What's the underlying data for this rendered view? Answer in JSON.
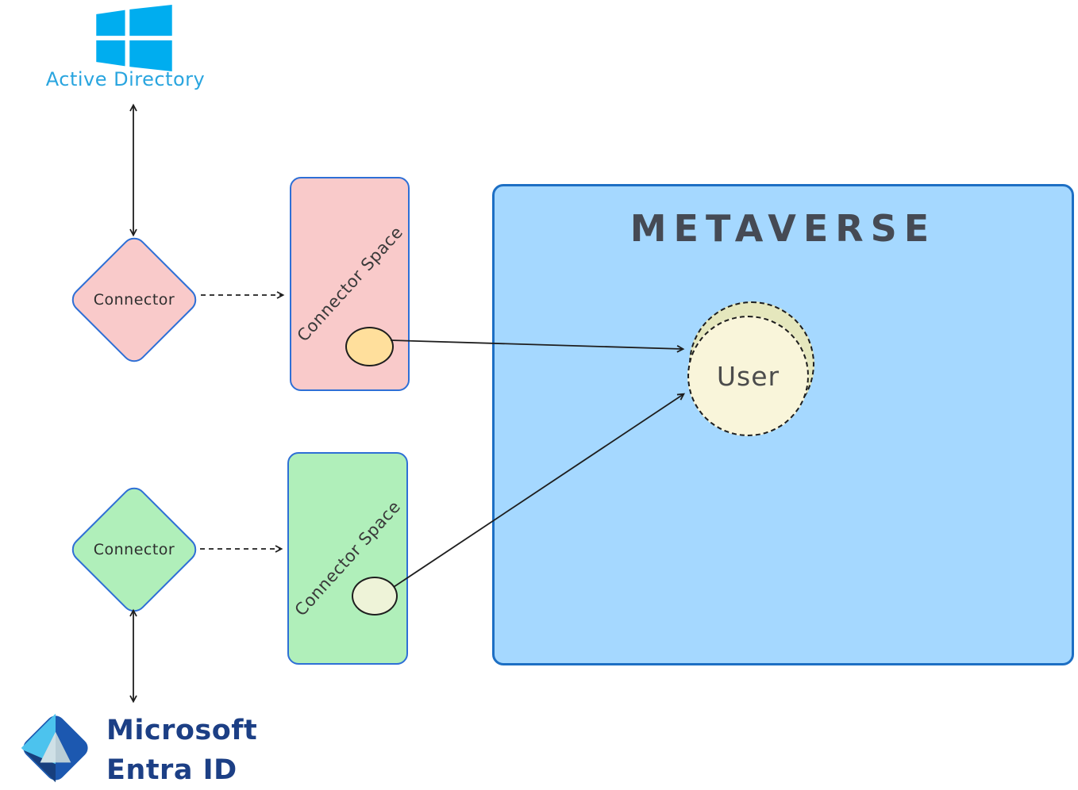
{
  "diagram": {
    "active_directory": {
      "label": "Active Directory"
    },
    "connector_top": {
      "label": "Connector"
    },
    "connector_space_top": {
      "label": "Connector Space"
    },
    "connector_bottom": {
      "label": "Connector"
    },
    "connector_space_bottom": {
      "label": "Connector Space"
    },
    "metaverse": {
      "title": "METAVERSE"
    },
    "user": {
      "label": "User"
    },
    "entra_id": {
      "line1": "Microsoft",
      "line2": "Entra ID"
    },
    "icons": {
      "active_directory": "windows-logo",
      "entra_id": "entra-diamond-logo"
    },
    "connections": [
      "Active Directory <-> Connector (bidirectional)",
      "Connector --> Connector Space (dashed)",
      "Connector Space object --> User",
      "Microsoft Entra ID <-> Connector (bidirectional)",
      "Connector --> Connector Space (dashed)",
      "Connector Space object --> User"
    ],
    "colors": {
      "pink_fill": "#f9caca",
      "green_fill": "#b0efba",
      "metaverse_fill": "#a5d8ff",
      "metaverse_border": "#1d6fc4",
      "shape_border_blue": "#2e6fd6",
      "yellow_object": "#ffdf9c",
      "pale_green_object": "#eef3d8",
      "user_front_fill": "#f9f5da",
      "user_back_fill": "#e5e7bd",
      "windows_blue": "#00adef",
      "ad_text_blue": "#29a5df",
      "entra_text_navy": "#1c3f85",
      "stroke_dark": "#1e1e1e"
    }
  }
}
